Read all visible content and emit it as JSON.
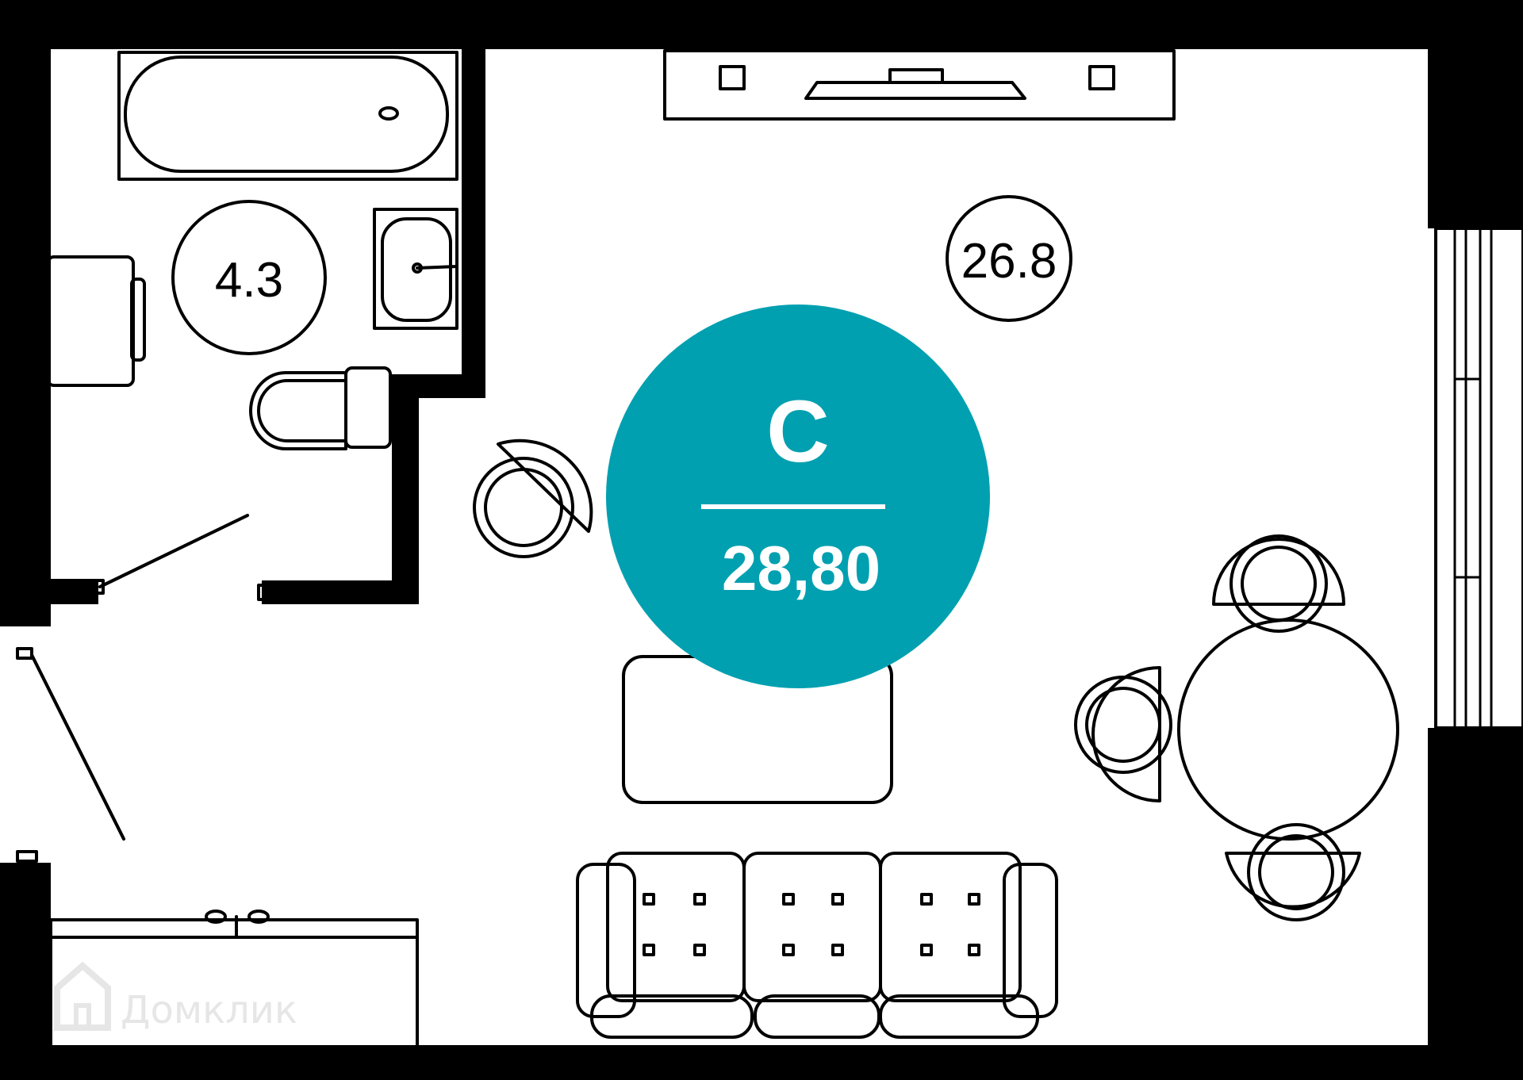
{
  "plan": {
    "type_letter": "С",
    "total_area": "28,80",
    "accent_color": "#00A0B0",
    "rooms": [
      {
        "name": "bathroom",
        "area": "4.3"
      },
      {
        "name": "living-room",
        "area": "26.8"
      }
    ]
  },
  "watermark": {
    "text": "Домклик",
    "icon": "house-icon"
  }
}
